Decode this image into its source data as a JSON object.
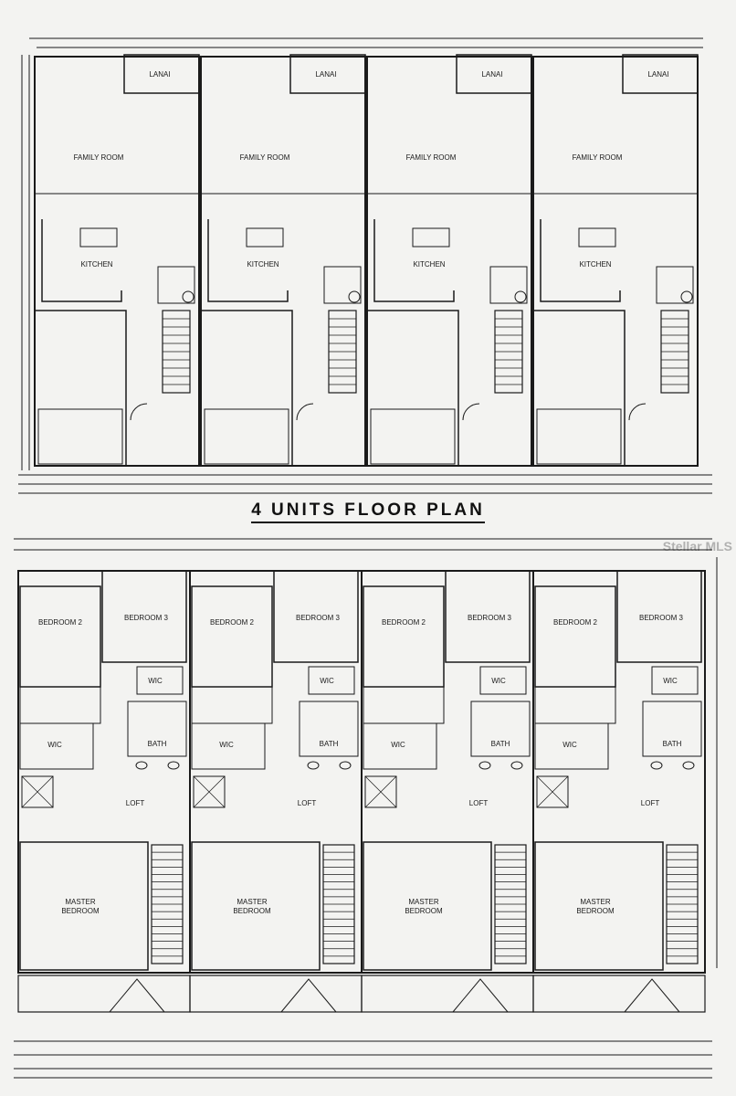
{
  "title": "4 UNITS FLOOR PLAN",
  "watermark": "Stellar MLS",
  "first_floor": {
    "units": [
      {
        "lanai": "LANAI",
        "family_room": "FAMILY ROOM",
        "kitchen": "KITCHEN"
      },
      {
        "lanai": "LANAI",
        "family_room": "FAMILY ROOM",
        "kitchen": "KITCHEN"
      },
      {
        "lanai": "LANAI",
        "family_room": "FAMILY ROOM",
        "kitchen": "KITCHEN"
      },
      {
        "lanai": "LANAI",
        "family_room": "FAMILY ROOM",
        "kitchen": "KITCHEN"
      }
    ]
  },
  "second_floor": {
    "units": [
      {
        "bedroom2": "BEDROOM 2",
        "bedroom3": "BEDROOM 3",
        "wic_a": "WIC",
        "wic_b": "WIC",
        "bath": "BATH",
        "loft": "LOFT",
        "master1": "MASTER",
        "master2": "BEDROOM"
      },
      {
        "bedroom2": "BEDROOM 2",
        "bedroom3": "BEDROOM 3",
        "wic_a": "WIC",
        "wic_b": "WIC",
        "bath": "BATH",
        "loft": "LOFT",
        "master1": "MASTER",
        "master2": "BEDROOM"
      },
      {
        "bedroom2": "BEDROOM 2",
        "bedroom3": "BEDROOM 3",
        "wic_a": "WIC",
        "wic_b": "WIC",
        "bath": "BATH",
        "loft": "LOFT",
        "master1": "MASTER",
        "master2": "BEDROOM"
      },
      {
        "bedroom2": "BEDROOM 2",
        "bedroom3": "BEDROOM 3",
        "wic_a": "WIC",
        "wic_b": "WIC",
        "bath": "BATH",
        "loft": "LOFT",
        "master1": "MASTER",
        "master2": "BEDROOM"
      }
    ]
  },
  "colors": {
    "ink": "#1a1a1a",
    "paper": "#f3f3f1"
  }
}
